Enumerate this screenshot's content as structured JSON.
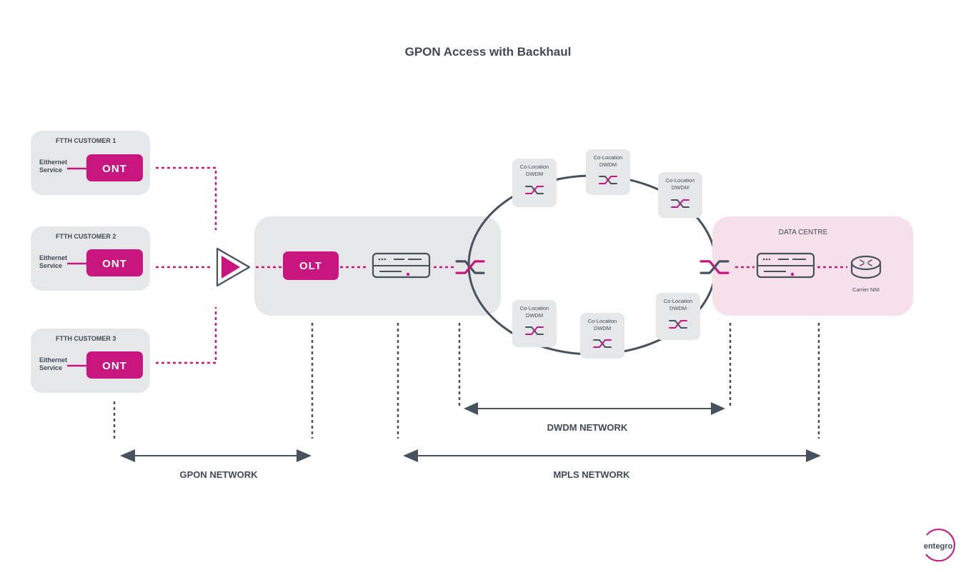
{
  "title": "GPON Access with Backhaul",
  "colors": {
    "magenta": "#c8167e",
    "grey_box": "#e6e7e9",
    "pink_box": "#f6e1ea",
    "dark": "#46525d"
  },
  "customers": [
    {
      "label": "FTTH CUSTOMER 1",
      "service_line1": "Eithernet",
      "service_line2": "Service",
      "device": "ONT"
    },
    {
      "label": "FTTH CUSTOMER 2",
      "service_line1": "Eithernet",
      "service_line2": "Service",
      "device": "ONT"
    },
    {
      "label": "FTTH CUSTOMER 3",
      "service_line1": "Eithernet",
      "service_line2": "Service",
      "device": "ONT"
    }
  ],
  "olt": {
    "label": "OLT"
  },
  "colocations": [
    {
      "line1": "Co-Location",
      "line2": "DWDM"
    },
    {
      "line1": "Co-Location",
      "line2": "DWDM"
    },
    {
      "line1": "Co-Location",
      "line2": "DWDM"
    },
    {
      "line1": "Co-Location",
      "line2": "DWDM"
    },
    {
      "line1": "Co-Location",
      "line2": "DWDM"
    },
    {
      "line1": "Co-Location",
      "line2": "DWDM"
    }
  ],
  "data_centre": {
    "label": "DATA CENTRE",
    "nni_label": "Carrier NNI"
  },
  "networks": {
    "gpon": "GPON NETWORK",
    "dwdm": "DWDM NETWORK",
    "mpls": "MPLS NETWORK"
  },
  "brand": "entegro"
}
